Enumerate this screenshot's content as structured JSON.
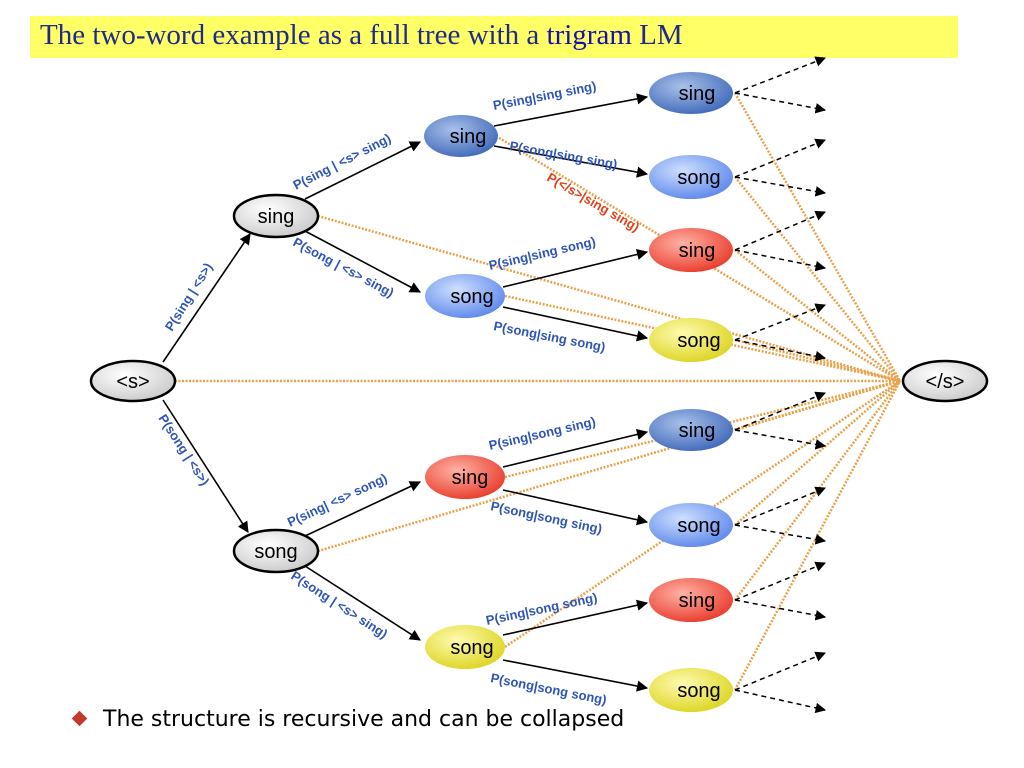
{
  "title": {
    "before": "The two-word example as a full tree with a ",
    "keyword": "trigram",
    "after": " LM"
  },
  "bullet": "The structure is recursive and can be collapsed",
  "colors": {
    "title_bg": "#ffff66",
    "gray_node": "#d9d9d9",
    "dark_blue_node": "#4f7ac6",
    "light_blue_node": "#6e95ee",
    "red_node": "#ee4a3a",
    "yellow_node": "#e6e030",
    "edge_label": "#2e55b5",
    "edge_label_red": "#e0401a",
    "end_path": "#e8a24a"
  },
  "nodes": {
    "start": "<s>",
    "end": "</s>",
    "l1_sing": "sing",
    "l1_song": "song",
    "l2_sing_sing": "sing",
    "l2_sing_song": "song",
    "l2_song_sing": "sing",
    "l2_song_song": "song",
    "l3_1": "sing",
    "l3_2": "song",
    "l3_3": "sing",
    "l3_4": "song",
    "l3_5": "sing",
    "l3_6": "song",
    "l3_7": "sing",
    "l3_8": "song"
  },
  "edge_labels": {
    "s_sing": "P(sing | <s>)",
    "s_song": "P(song | <s>)",
    "sing_sing": "P(sing | <s> sing)",
    "sing_song": "P(song | <s> sing)",
    "song_sing": "P(sing| <s> song)",
    "song_song": "P(song | <s> sing)",
    "ss_sing": "P(sing|sing sing)",
    "ss_song": "P(song|sing sing)",
    "ss_end": "P(</s>|sing sing)",
    "sg_sing": "P(sing|sing song)",
    "sg_song": "P(song|sing song)",
    "gs_sing": "P(sing|song sing)",
    "gs_song": "P(song|song sing)",
    "gg_sing": "P(sing|song song)",
    "gg_song": "P(song|song song)"
  }
}
